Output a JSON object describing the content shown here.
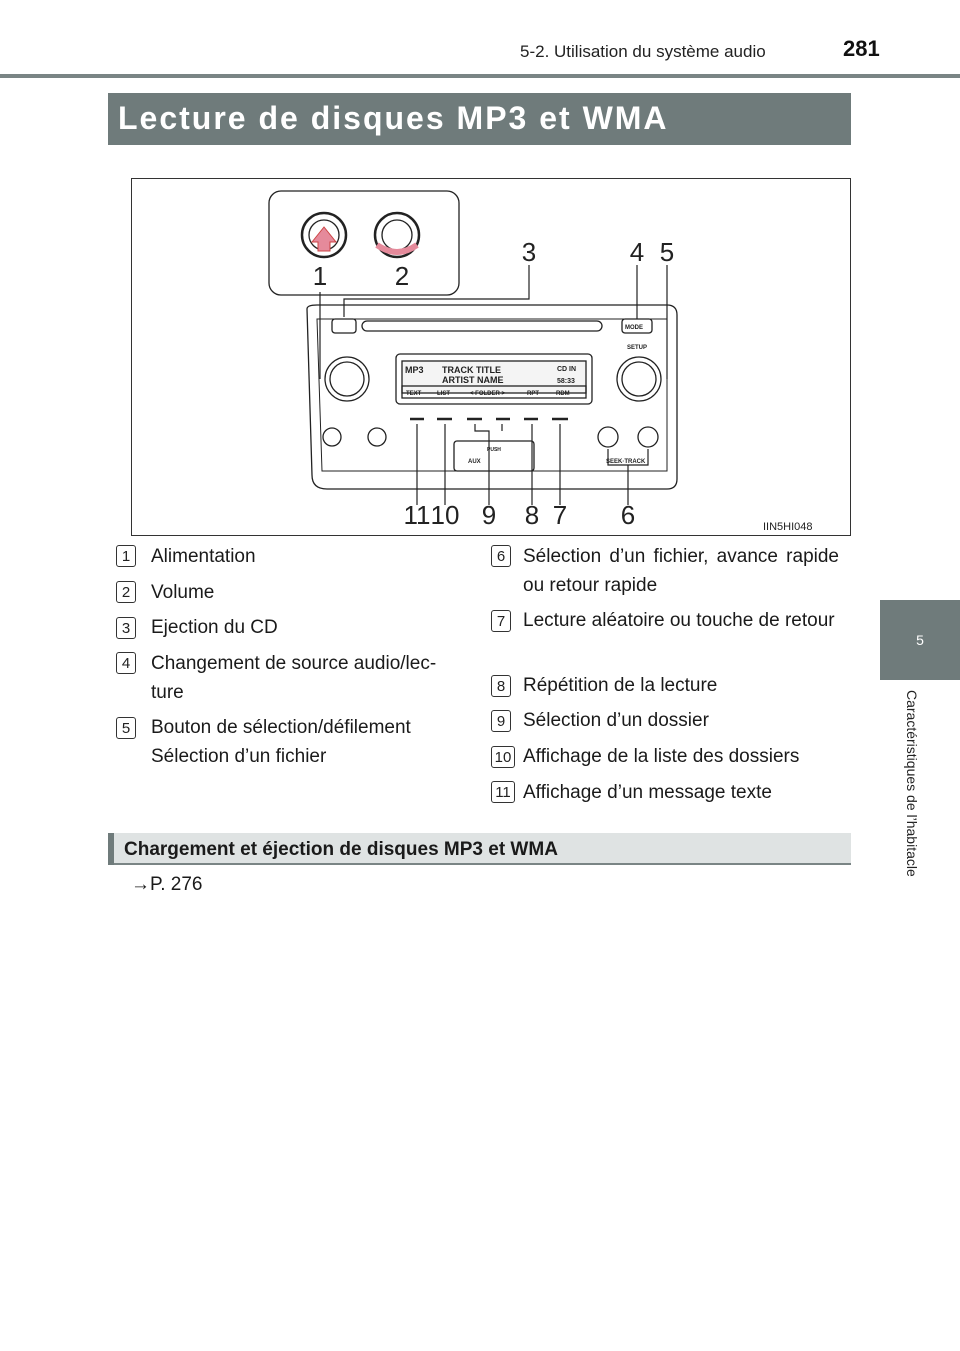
{
  "header": {
    "section": "5-2. Utilisation du système audio",
    "page_number": "281"
  },
  "side_tab": {
    "chapter_number": "5",
    "chapter_label": "Caractéristiques de l’habitacle"
  },
  "title": "Lecture de disques MP3 et WMA",
  "figure": {
    "code": "IIN5HI048",
    "screen_line1": "TRACK TITLE",
    "screen_line2": "ARTIST NAME",
    "screen_format": "MP3",
    "screen_tag": "CD IN",
    "screen_time": "58:33",
    "screen_buttons": [
      "TEXT",
      "LIST",
      "< FOLDER >",
      "RPT",
      "RDM"
    ],
    "mode_label": "MODE",
    "setup_label": "SETUP",
    "seek_label": "SEEK·TRACK",
    "aux_label": "AUX",
    "push_label": "PUSH",
    "callouts": [
      "1",
      "2",
      "3",
      "4",
      "5",
      "6",
      "7",
      "8",
      "9",
      "10",
      "11"
    ]
  },
  "legend_left": [
    {
      "n": "1",
      "text": "Alimentation"
    },
    {
      "n": "2",
      "text": "Volume"
    },
    {
      "n": "3",
      "text": "Ejection du CD"
    },
    {
      "n": "4",
      "text": "Changement de source audio/lec- ture"
    },
    {
      "n": "5",
      "text": "Bouton de sélection/défilement Sélection d’un fichier"
    }
  ],
  "legend_right": [
    {
      "n": "6",
      "text": "Sélection d’un fichier, avance rapide ou retour rapide"
    },
    {
      "n": "7",
      "text": "Lecture aléatoire ou touche de retour"
    },
    {
      "n": "8",
      "text": "Répétition de la lecture"
    },
    {
      "n": "9",
      "text": "Sélection d’un dossier"
    },
    {
      "n": "10",
      "text": "Affichage de la liste des dossiers"
    },
    {
      "n": "11",
      "text": "Affichage d’un message texte"
    }
  ],
  "subsection": {
    "title": "Chargement et éjection de disques MP3 et WMA",
    "ref": "→P. 276"
  }
}
